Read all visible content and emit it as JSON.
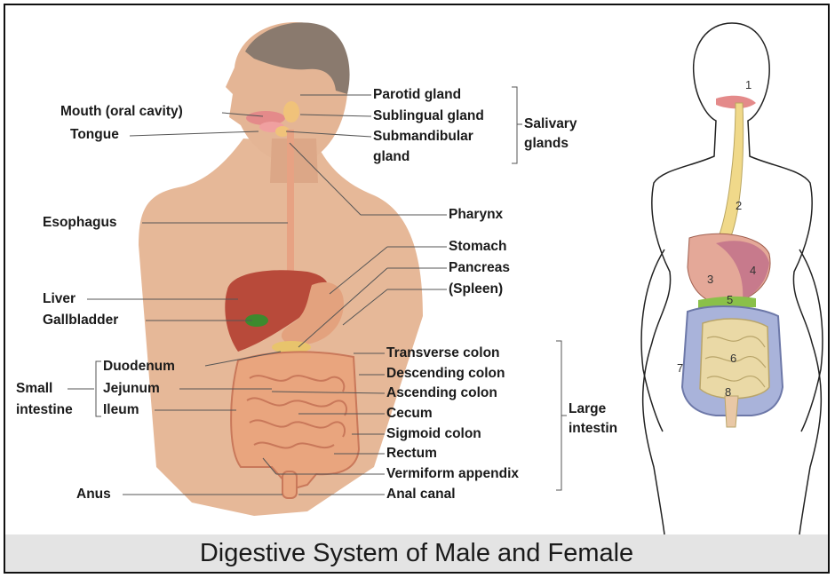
{
  "male_figure": {
    "labels_left": {
      "mouth": "Mouth (oral cavity)",
      "tongue": "Tongue",
      "esophagus": "Esophagus",
      "liver": "Liver",
      "gallbladder": "Gallbladder",
      "duodenum": "Duodenum",
      "jejunum": "Jejunum",
      "ileum": "Ileum",
      "small_intestine_line1": "Small",
      "small_intestine_line2": "intestine",
      "anus": "Anus"
    },
    "labels_right": {
      "parotid": "Parotid gland",
      "sublingual": "Sublingual gland",
      "submandibular_line1": "Submandibular",
      "submandibular_line2": "gland",
      "salivary_line1": "Salivary",
      "salivary_line2": "glands",
      "pharynx": "Pharynx",
      "stomach": "Stomach",
      "pancreas": "Pancreas",
      "spleen": "(Spleen)",
      "transverse_colon": "Transverse colon",
      "descending_colon": "Descending colon",
      "ascending_colon": "Ascending colon",
      "cecum": "Cecum",
      "sigmoid_colon": "Sigmoid colon",
      "rectum": "Rectum",
      "appendix": "Vermiform appendix",
      "anal_canal": "Anal canal",
      "large_intestine_line1": "Large",
      "large_intestine_line2": "intestin"
    }
  },
  "female_figure": {
    "numbers": [
      "1",
      "2",
      "3",
      "4",
      "5",
      "6",
      "7",
      "8"
    ]
  },
  "caption": "Digestive System of Male and Female",
  "colors": {
    "skin": "#e6b898",
    "esophagus": "#f0d98a",
    "intestine": "#e9a57e",
    "liver": "#b84a3a",
    "gallbladder": "#3d8a2e",
    "colon_female": "#a9b3da",
    "small_intestine_female": "#ead9a6"
  }
}
